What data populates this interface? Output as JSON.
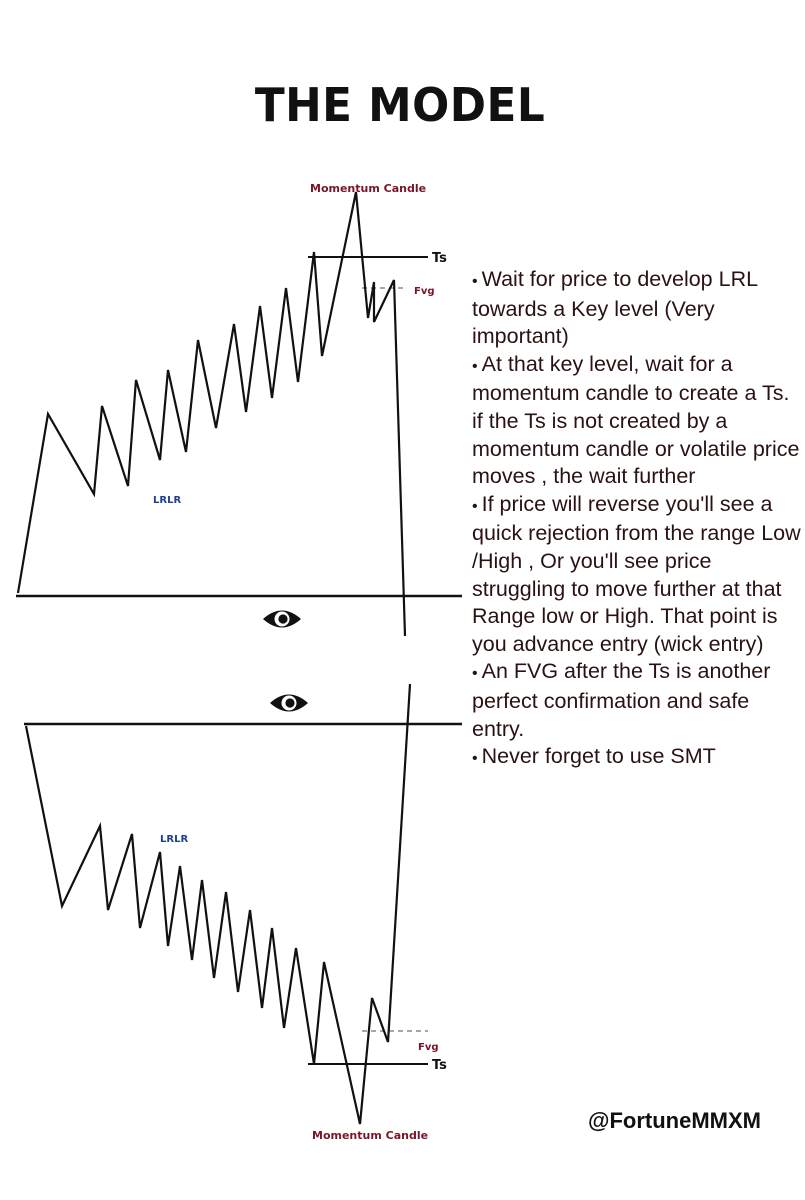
{
  "title": "THE MODEL",
  "labels": {
    "momentum_candle": "Momentum Candle",
    "ts": "Ts",
    "fvg": "Fvg",
    "lrlr": "LRLR"
  },
  "icons": [
    "eye-icon",
    "eye-icon"
  ],
  "notes": [
    "Wait for price to develop LRL towards a Key level (Very important)",
    "At that key level, wait for a momentum candle to create a Ts. if the Ts is not created by a momentum candle or volatile price moves , the wait further",
    "If price will reverse you'll see a quick rejection from the range Low /High , Or you'll see price struggling to move further at that Range low or High. That point is you advance entry (wick entry)",
    "An FVG after the Ts is another perfect confirmation and safe entry.",
    "Never forget to use SMT"
  ],
  "handle": "@FortuneMMXM",
  "colors": {
    "text": "#2a1212",
    "momentum_label": "#7a1428",
    "lrlr_label": "#1f3f8f",
    "line": "#111111"
  }
}
